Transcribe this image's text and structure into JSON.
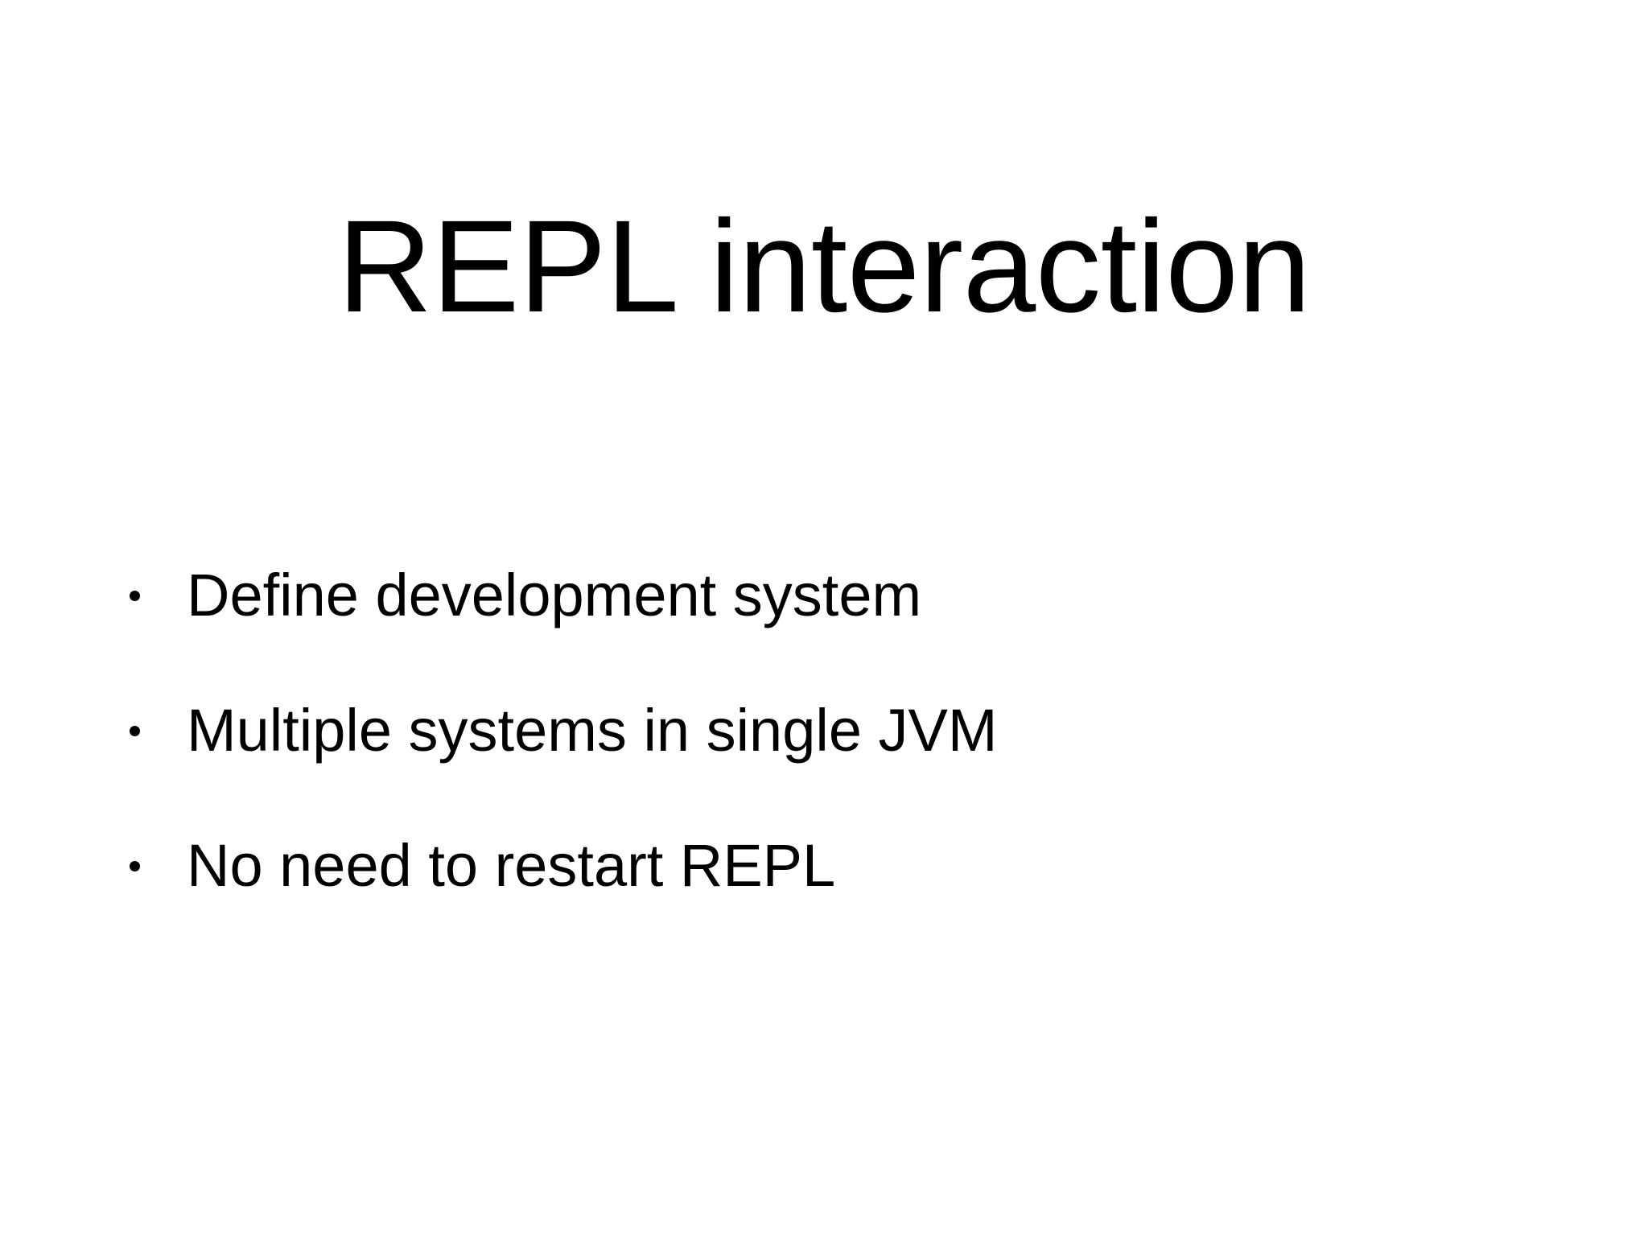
{
  "slide": {
    "title": "REPL interaction",
    "background_color": "#ffffff",
    "text_color": "#000000",
    "bullet_glyph": "•",
    "bullets": [
      {
        "text": "Define development system"
      },
      {
        "text": "Multiple systems in single JVM"
      },
      {
        "text": "No need to restart REPL"
      }
    ]
  }
}
